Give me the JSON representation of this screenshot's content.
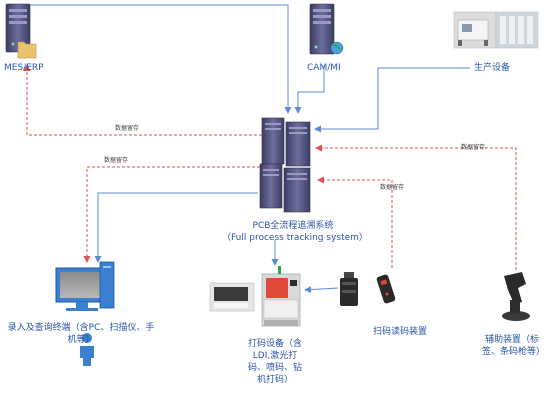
{
  "nodes": {
    "mes_erp": "MES/ERP",
    "cam_mi": "CAM/MI",
    "production_equipment": "生产设备",
    "pcb_system_cn": "PCB全流程追溯系统",
    "pcb_system_en": "（Full process tracking system）",
    "terminal": "录入及查询终端（含PC、扫描仪、手机等）",
    "marking_equipment": "打码设备（含LDI,激光打码、喷码、钻机打码）",
    "scanner_device": "扫码读码装置",
    "auxiliary_device": "辅助装置（标签、条码枪等）"
  },
  "edge_labels": {
    "to_mes": "数据留存",
    "to_terminal": "数据留存",
    "from_scanner": "数据留存",
    "from_auxiliary": "数据留存"
  },
  "colors": {
    "solid_line": "#5b8bd4",
    "dashed_line": "#e05050",
    "label_text": "#2b55a8",
    "server_body": "#5c5c8a"
  }
}
